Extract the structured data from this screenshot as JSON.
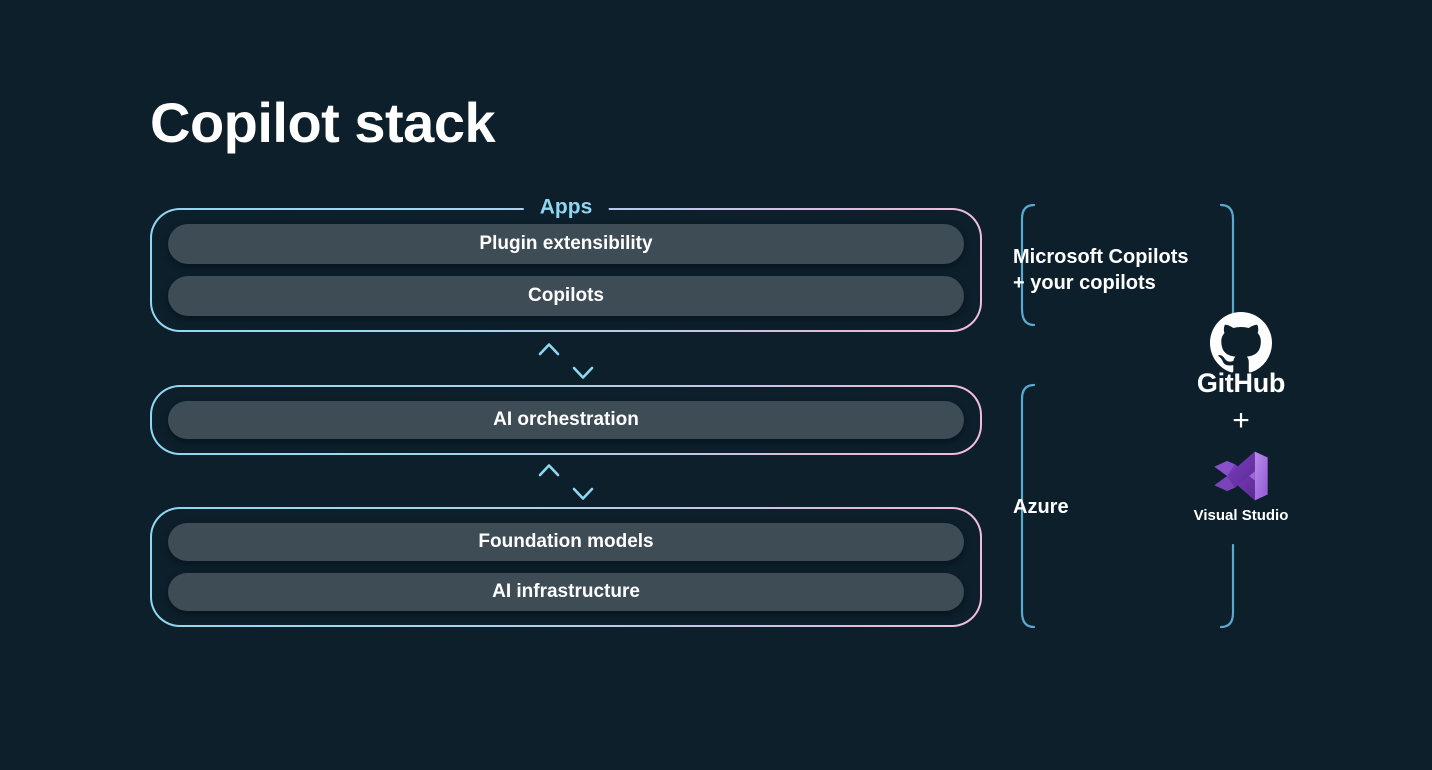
{
  "page": {
    "title": "Copilot stack",
    "background_color": "#0c1f2b"
  },
  "colors": {
    "background": "#0c1f2b",
    "pill_fill": "#3e4c56",
    "border_gradient_start": "#8fd6f0",
    "border_gradient_end": "#f0bde2",
    "accent_cyan": "#8fd6f0",
    "accent_pink": "#e6b9dd",
    "text_primary": "#ffffff",
    "vs_purple": "#a879e0",
    "vs_purple_dark": "#68399b"
  },
  "stack": {
    "layers": [
      {
        "id": "apps",
        "label": "Apps",
        "has_label": true,
        "items": [
          {
            "label": "Plugin extensibility"
          },
          {
            "label": "Copilots"
          }
        ]
      },
      {
        "id": "orchestration",
        "label": "",
        "has_label": false,
        "items": [
          {
            "label": "AI orchestration"
          }
        ]
      },
      {
        "id": "foundation",
        "label": "",
        "has_label": false,
        "items": [
          {
            "label": "Foundation models"
          },
          {
            "label": "AI infrastructure"
          }
        ]
      }
    ]
  },
  "connectors": [
    {
      "id": "apps-to-orchestration",
      "up_icon": "arrow-up-icon",
      "down_icon": "arrow-down-icon"
    },
    {
      "id": "orchestration-to-foundation",
      "up_icon": "arrow-up-icon",
      "down_icon": "arrow-down-icon"
    }
  ],
  "annotations": {
    "copilots": {
      "text": "Microsoft Copilots\n+ your copilots",
      "bracket_icon": "left-bracket-icon"
    },
    "azure": {
      "text": "Azure",
      "bracket_icon": "left-bracket-icon"
    }
  },
  "tools": {
    "plus_symbol": "+",
    "items": [
      {
        "id": "github",
        "caption": "GitHub",
        "icon": "github-icon"
      },
      {
        "id": "visual-studio",
        "caption": "Visual Studio",
        "icon": "visual-studio-icon"
      }
    ]
  }
}
